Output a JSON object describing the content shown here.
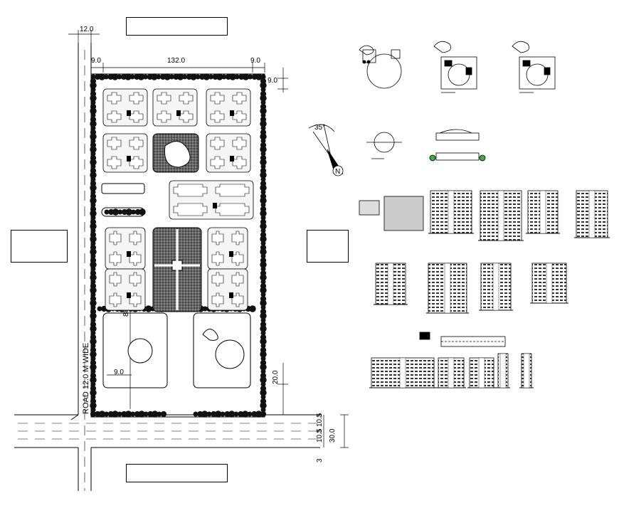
{
  "dimensions": {
    "road_left_width": "12.0",
    "setback_left": "9.0",
    "site_width": "132.0",
    "setback_right": "9.0",
    "setback_top": "9.0",
    "setback_bottom": "20.0",
    "inner_setback": "9.0",
    "inner_depth": "88",
    "road_bottom_width": "30.0",
    "road_bottom_parts": [
      "3",
      "10.5",
      "3",
      "10.5",
      "3"
    ]
  },
  "labels": {
    "road_label": "ROAD 12.0 M WIDE",
    "north_angle": "35°",
    "north_letter": "N"
  },
  "title_boxes": [
    "",
    "",
    "",
    ""
  ],
  "colors": {
    "line": "#000000",
    "background": "#ffffff",
    "landscape_fill": "#555555",
    "block_fill": "#f5f5f5"
  }
}
